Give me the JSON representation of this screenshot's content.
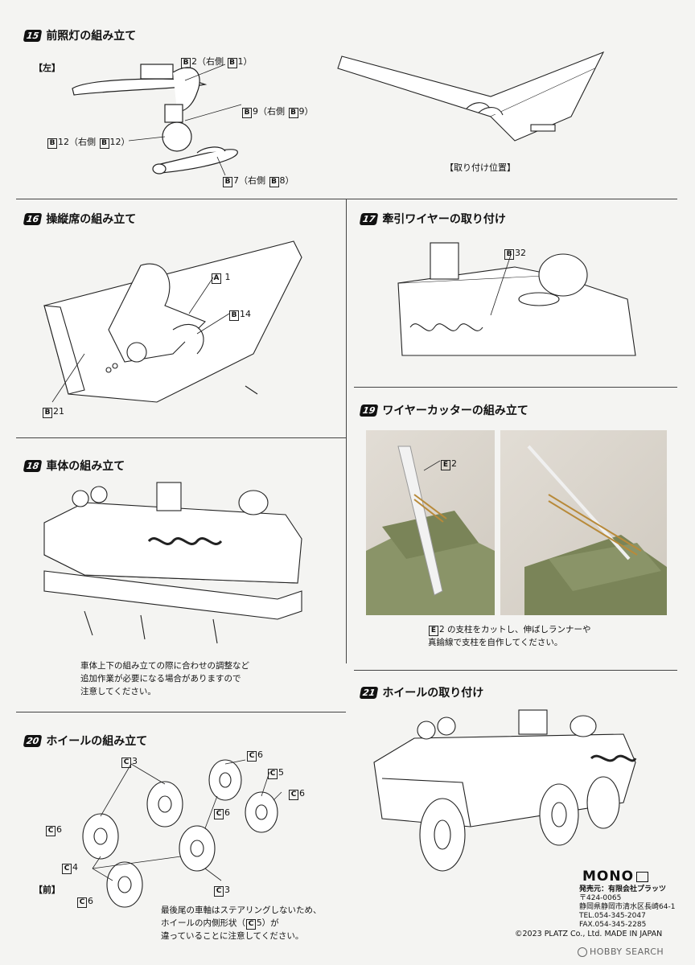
{
  "s15": {
    "num": "15",
    "title": "前照灯の組み立て",
    "left": "【左】",
    "b2": "2（右側",
    "b2r": "1）",
    "b9": "9（右側",
    "b9r": "9）",
    "b12": "12（右側",
    "b12r": "12）",
    "b7": "7（右側",
    "b7r": "8）",
    "pos": "【取り付け位置】"
  },
  "s16": {
    "num": "16",
    "title": "操縦席の組み立て",
    "a1": "1",
    "b14": "14",
    "b21": "21"
  },
  "s17": {
    "num": "17",
    "title": "牽引ワイヤーの取り付け",
    "b32": "32"
  },
  "s19": {
    "num": "19",
    "title": "ワイヤーカッターの組み立て",
    "e2": "2",
    "note1": "2 の支柱をカットし、伸ばしランナーや",
    "note2": "真鍮線で支柱を自作してください。"
  },
  "s18": {
    "num": "18",
    "title": "車体の組み立て",
    "note1": "車体上下の組み立ての際に合わせの調整など",
    "note2": "追加作業が必要になる場合がありますので",
    "note3": "注意してください。"
  },
  "s21": {
    "num": "21",
    "title": "ホイールの取り付け"
  },
  "s20": {
    "num": "20",
    "title": "ホイールの組み立て",
    "c3": "3",
    "c6": "6",
    "c5": "5",
    "c4": "4",
    "front": "【前】",
    "note1": "最後尾の車軸はステアリングしないため、",
    "note2": "ホイールの内側形状（",
    "note2b": "5）が",
    "note3": "違っていることに注意してください。"
  },
  "letters": {
    "A": "A",
    "B": "B",
    "C": "C",
    "E": "E"
  },
  "publisher": {
    "logo": "MONO",
    "line1": "発売元：有限会社プラッツ",
    "line2": "〒424-0065",
    "line3": "静岡県静岡市清水区長崎64-1",
    "line4": "TEL.054-345-2047",
    "line5": "FAX.054-345-2285"
  },
  "copyright": "©2023 PLATZ Co., Ltd. MADE IN JAPAN",
  "watermark": "HOBBY SEARCH"
}
